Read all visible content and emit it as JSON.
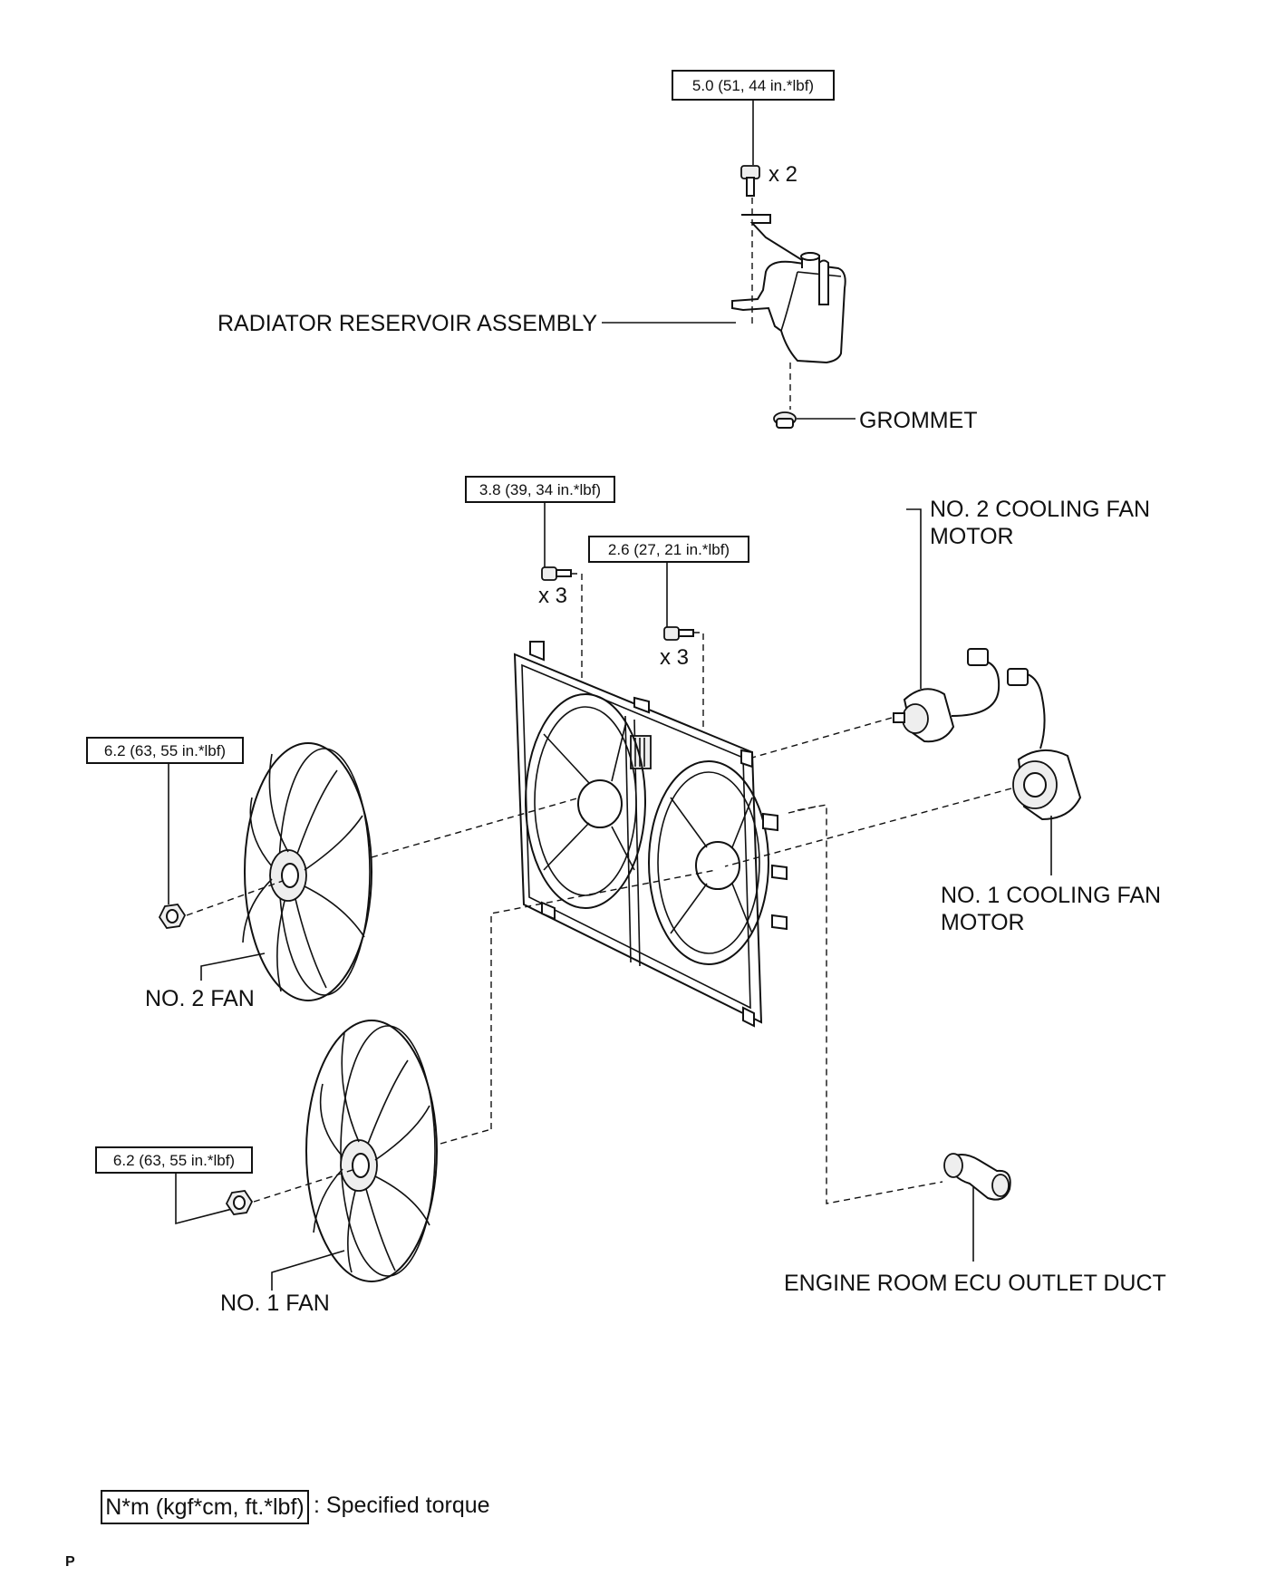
{
  "torque_specs": {
    "reservoir_bolt": "5.0 (51, 44 in.*lbf)",
    "shroud_bolt_left": "3.8 (39, 34 in.*lbf)",
    "shroud_bolt_right": "2.6 (27, 21 in.*lbf)",
    "no2_fan_nut": "6.2 (63, 55 in.*lbf)",
    "no1_fan_nut": "6.2 (63, 55 in.*lbf)"
  },
  "quantities": {
    "reservoir_bolts": "x 2",
    "shroud_bolts_left": "x 3",
    "shroud_bolts_right": "x 3"
  },
  "labels": {
    "reservoir": "RADIATOR RESERVOIR ASSEMBLY",
    "grommet": "GROMMET",
    "no2_motor_line1": "NO. 2 COOLING FAN",
    "no2_motor_line2": "MOTOR",
    "no1_motor_line1": "NO. 1 COOLING FAN",
    "no1_motor_line2": "MOTOR",
    "no2_fan": "NO. 2 FAN",
    "no1_fan": "NO. 1 FAN",
    "ecu_duct": "ENGINE ROOM ECU OUTLET DUCT"
  },
  "legend": {
    "unit_box": "N*m (kgf*cm, ft.*lbf)",
    "description": ": Specified torque"
  },
  "footer": {
    "page_marker": "P"
  }
}
